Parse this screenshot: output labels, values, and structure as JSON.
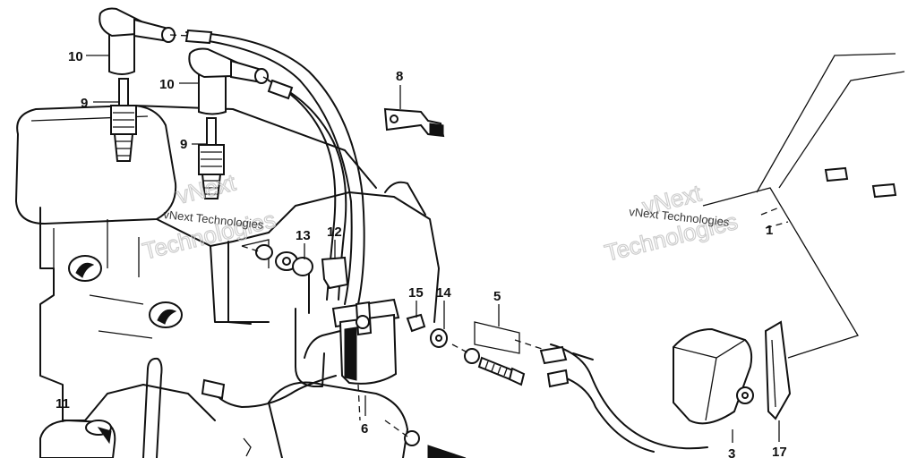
{
  "callouts": {
    "c10a": "10",
    "c10b": "10",
    "c9a": "9",
    "c9b": "9",
    "c8": "8",
    "c13": "13",
    "c12": "12",
    "c15": "15",
    "c14": "14",
    "c5": "5",
    "c6": "6",
    "c11": "11",
    "c3": "3",
    "c17": "17",
    "c1": "1"
  },
  "watermark": {
    "line1": "vNext Technologies",
    "line2": "vNext Technologies",
    "big_a_1": "vNext",
    "big_a_2": "Technologies",
    "big_b_1": "vNext",
    "big_b_2": "Technologies"
  }
}
